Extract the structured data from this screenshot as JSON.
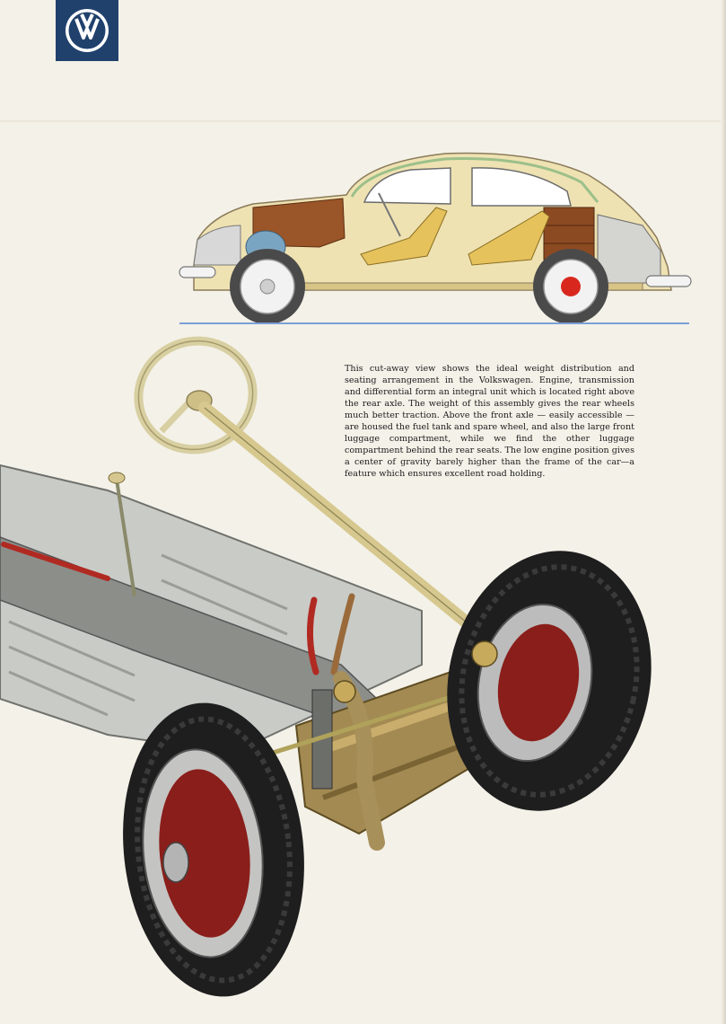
{
  "brand": {
    "logo_icon": "volkswagen-logo-icon",
    "color": "#21416d"
  },
  "caption": {
    "text": "This cut-away view shows the ideal weight distribution and seating arrangement in the Volkswagen. Engine, transmission and differential form an integral unit which is located right above the rear axle. The weight of this assembly gives the rear wheels much better traction. Above the front axle — easily accessible — are housed the fuel tank and spare wheel, and also the large front luggage compartment, while we find the other luggage compartment behind the rear seats. The low engine position gives a center of gravity barely higher than the frame of the car—a feature which ensures excellent road holding."
  },
  "illustrations": [
    {
      "name": "car-cutaway-illustration",
      "icon": "car-cutaway-icon"
    },
    {
      "name": "chassis-illustration",
      "icon": "chassis-front-axle-icon"
    }
  ]
}
